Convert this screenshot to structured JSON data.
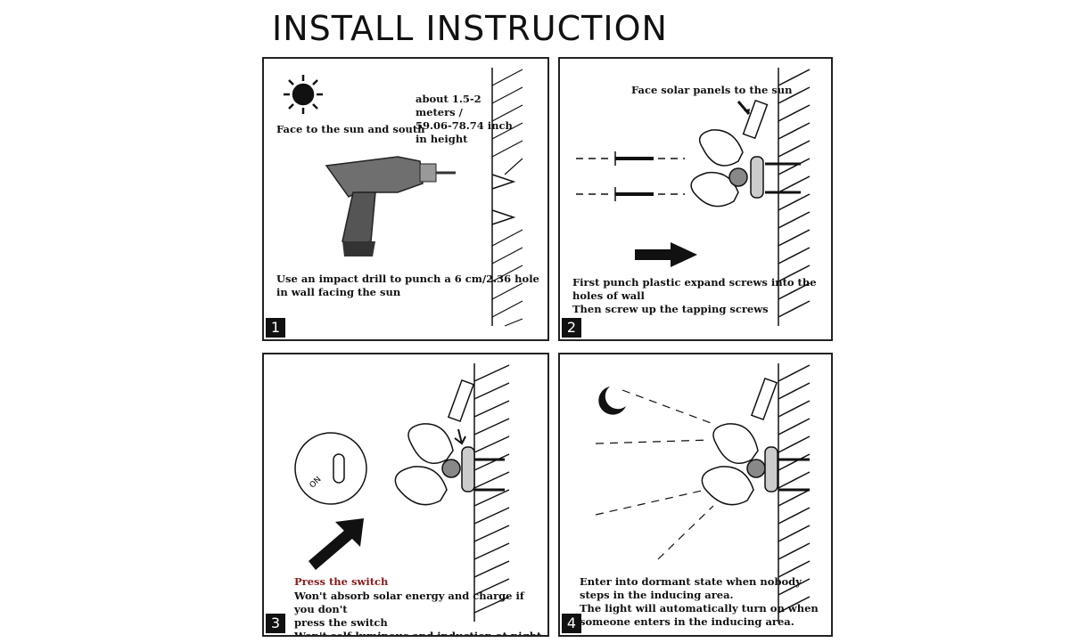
{
  "title": "INSTALL INSTRUCTION",
  "panels": [
    {
      "number": "1",
      "sun_text": "Face to the sun and south",
      "height_lines": [
        "about 1.5-2",
        "meters /",
        "59.06-78.74 inch",
        "in height"
      ],
      "caption": [
        "Use an impact drill to punch a 6 cm/2.36 hole",
        "in wall facing the sun"
      ]
    },
    {
      "number": "2",
      "top_label": "Face solar panels to the sun",
      "caption": [
        "First punch plastic expand screws into the",
        "holes of wall",
        "Then screw up the tapping screws"
      ]
    },
    {
      "number": "3",
      "switch_label": "ON",
      "heading": "Press the switch",
      "caption": [
        "Won't absorb solar energy and charge if you don't",
        "press the switch",
        "Won't self-luminous and induction at night."
      ]
    },
    {
      "number": "4",
      "caption": [
        "Enter into dormant state when nobody",
        "steps in the inducing area.",
        "The light will automatically turn on when",
        "someone enters in the inducing area."
      ]
    }
  ]
}
